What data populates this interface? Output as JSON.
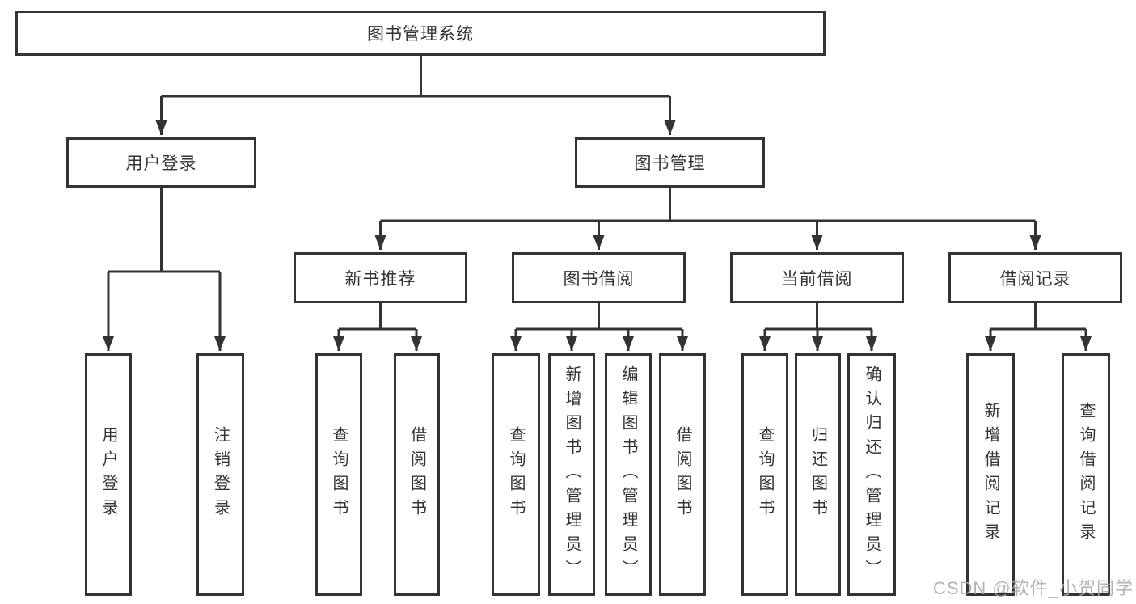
{
  "watermark": "CSDN @软件_小贺同学",
  "colors": {
    "line": "#333333",
    "text": "#333333",
    "watermark": "#a9a9a9",
    "background": "#ffffff"
  },
  "tree": {
    "root": {
      "label": "图书管理系统"
    },
    "branches": [
      {
        "label": "用户登录",
        "children": [
          {
            "label": "用户登录"
          },
          {
            "label": "注销登录"
          }
        ]
      },
      {
        "label": "图书管理",
        "children": [
          {
            "label": "新书推荐",
            "children": [
              {
                "label": "查询图书"
              },
              {
                "label": "借阅图书"
              }
            ]
          },
          {
            "label": "图书借阅",
            "children": [
              {
                "label": "查询图书"
              },
              {
                "label": "新增图书（管理员）"
              },
              {
                "label": "编辑图书（管理员）"
              },
              {
                "label": "借阅图书"
              }
            ]
          },
          {
            "label": "当前借阅",
            "children": [
              {
                "label": "查询图书"
              },
              {
                "label": "归还图书"
              },
              {
                "label": "确认归还（管理员）"
              }
            ]
          },
          {
            "label": "借阅记录",
            "children": [
              {
                "label": "新增借阅记录"
              },
              {
                "label": "查询借阅记录"
              }
            ]
          }
        ]
      }
    ]
  }
}
